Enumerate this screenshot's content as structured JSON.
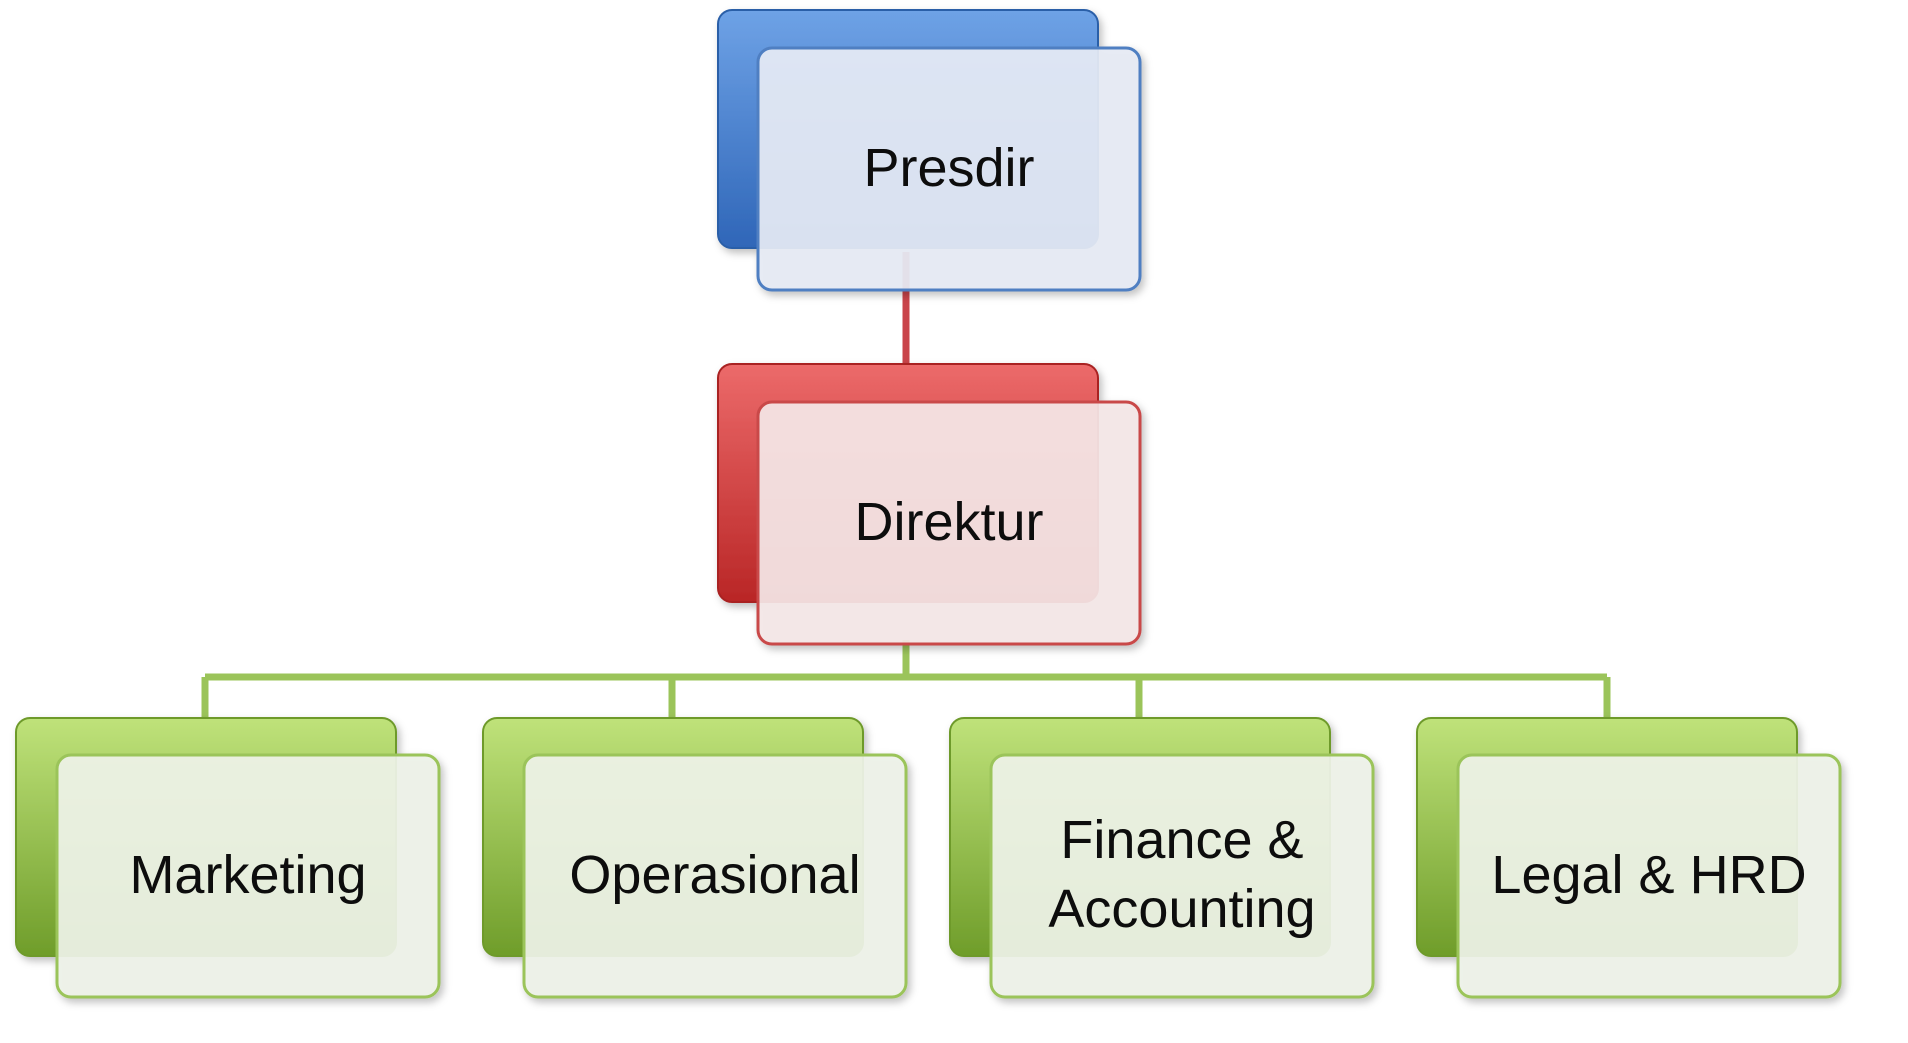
{
  "org_chart": {
    "top": {
      "label": "Presdir",
      "color": "#3f7dcc"
    },
    "middle": {
      "label": "Direktur",
      "color": "#d23a3a"
    },
    "departments": [
      {
        "label_lines": [
          "Marketing"
        ]
      },
      {
        "label_lines": [
          "Operasional"
        ]
      },
      {
        "label_lines": [
          "Finance &",
          "Accounting"
        ]
      },
      {
        "label_lines": [
          "Legal & HRD"
        ]
      }
    ],
    "department_color": "#8cc34a",
    "connector_top_color": "#c9444a",
    "connector_bottom_color": "#9bc45a"
  }
}
